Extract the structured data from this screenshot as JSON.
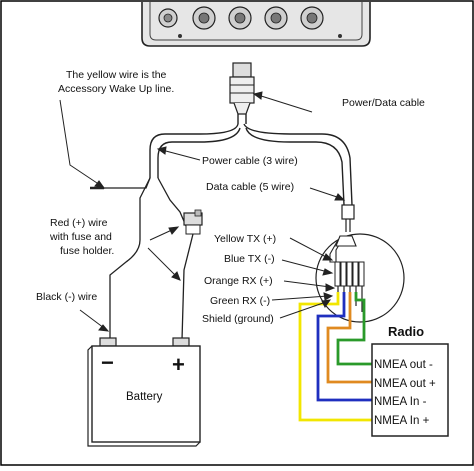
{
  "labels": {
    "yellow_wire_line1": "The yellow wire is the",
    "yellow_wire_line2": "Accessory Wake Up line.",
    "power_data_cable": "Power/Data cable",
    "power_cable": "Power cable (3 wire)",
    "data_cable": "Data cable (5 wire)",
    "red_wire_line1": "Red (+) wire",
    "red_wire_line2": "with fuse and",
    "red_wire_line3": "fuse holder.",
    "black_wire": "Black (-) wire",
    "yellow_tx": "Yellow TX (+)",
    "blue_tx": "Blue TX (-)",
    "orange_rx": "Orange RX (+)",
    "green_rx": "Green RX (-)",
    "shield": "Shield (ground)"
  },
  "battery": {
    "label": "Battery",
    "minus": "−",
    "plus": "+"
  },
  "radio": {
    "title": "Radio",
    "terminals": [
      "NMEA out -",
      "NMEA out +",
      "NMEA In -",
      "NMEA In +"
    ]
  },
  "colors": {
    "yellow": "#f2e600",
    "blue": "#1f2fbf",
    "orange": "#e08a20",
    "green": "#2a9a2a"
  }
}
